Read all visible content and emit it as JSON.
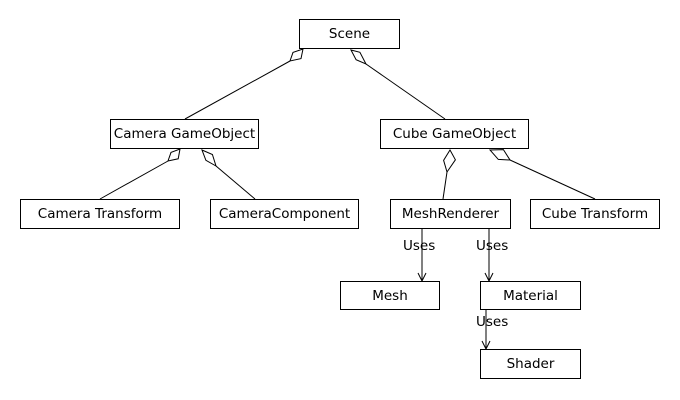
{
  "nodes": {
    "scene": "Scene",
    "camera_gameobject": "Camera GameObject",
    "cube_gameobject": "Cube GameObject",
    "camera_transform": "Camera Transform",
    "camera_component": "CameraComponent",
    "mesh_renderer": "MeshRenderer",
    "cube_transform": "Cube Transform",
    "mesh": "Mesh",
    "material": "Material",
    "shader": "Shader"
  },
  "edge_labels": {
    "renderer_uses_mesh": "Uses",
    "renderer_uses_material": "Uses",
    "material_uses_shader": "Uses"
  }
}
